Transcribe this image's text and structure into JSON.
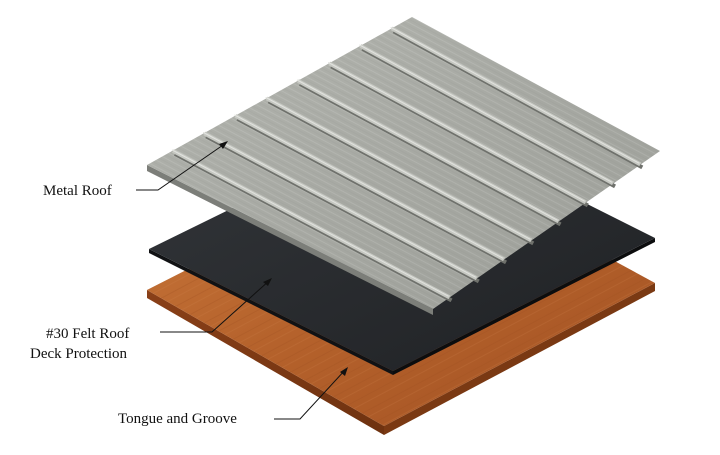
{
  "diagram": {
    "layers": [
      {
        "id": "metal",
        "label": "Metal Roof",
        "color": "#a9aba5"
      },
      {
        "id": "felt",
        "label_lines": [
          "#30 Felt Roof",
          "Deck Protection"
        ],
        "color": "#2a2c2f"
      },
      {
        "id": "wood",
        "label": "Tongue and Groove",
        "color": "#b8652d"
      }
    ],
    "rib_count": 8
  }
}
